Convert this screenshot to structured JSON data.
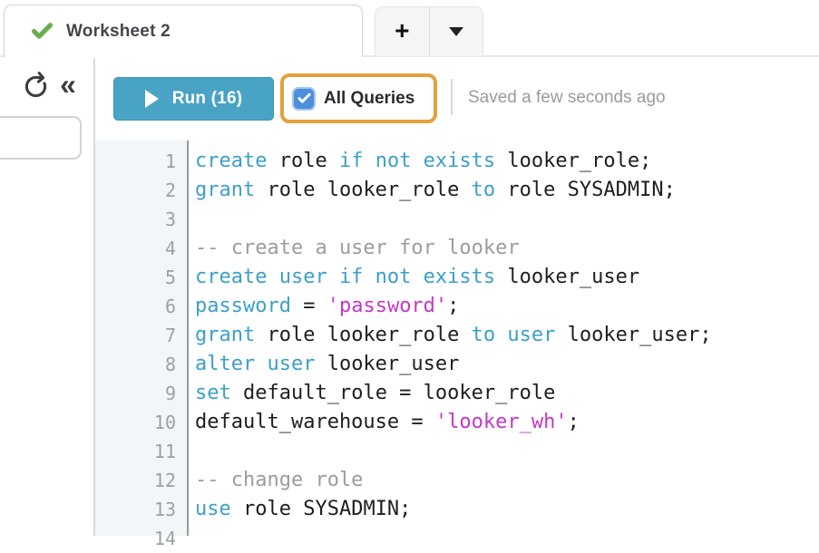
{
  "tabs": {
    "active": {
      "label": "Worksheet 2",
      "status_icon": "check-icon"
    },
    "new_tab_label": "+",
    "new_tab_menu_icon": "caret-down-icon"
  },
  "toolbar": {
    "refresh_icon": "refresh-icon",
    "collapse_icon": "collapse-left-icon",
    "collapse_glyph": "«",
    "run_icon": "play-icon",
    "run_label": "Run (16)",
    "all_queries_label": "All Queries",
    "all_queries_checked": true,
    "saved_status": "Saved a few seconds ago"
  },
  "sidebar": {
    "input_value": "",
    "input_placeholder": ""
  },
  "colors": {
    "run_button": "#49A3C4",
    "highlight_border": "#E2A13B",
    "checkbox_blue": "#4C8FDB",
    "tab_check_green": "#6CAB4D",
    "keyword": "#3BA0C9",
    "string": "#C636C6",
    "comment": "#9C9C9C"
  },
  "editor": {
    "line_numbers": [
      "1",
      "2",
      "3",
      "4",
      "5",
      "6",
      "7",
      "8",
      "9",
      "10",
      "11",
      "12",
      "13",
      "14"
    ],
    "lines": [
      [
        [
          "k",
          "create"
        ],
        [
          "p",
          " role "
        ],
        [
          "k",
          "if not exists"
        ],
        [
          "p",
          " looker_role;"
        ]
      ],
      [
        [
          "k",
          "grant"
        ],
        [
          "p",
          " role looker_role "
        ],
        [
          "k",
          "to"
        ],
        [
          "p",
          " role SYSADMIN;"
        ]
      ],
      [],
      [
        [
          "c",
          "-- create a user for looker"
        ]
      ],
      [
        [
          "k",
          "create user if not exists"
        ],
        [
          "p",
          " looker_user"
        ]
      ],
      [
        [
          "k",
          "password"
        ],
        [
          "p",
          " = "
        ],
        [
          "s",
          "'password'"
        ],
        [
          "p",
          ";"
        ]
      ],
      [
        [
          "k",
          "grant"
        ],
        [
          "p",
          " role looker_role "
        ],
        [
          "k",
          "to user"
        ],
        [
          "p",
          " looker_user;"
        ]
      ],
      [
        [
          "k",
          "alter user"
        ],
        [
          "p",
          " looker_user"
        ]
      ],
      [
        [
          "k",
          "set"
        ],
        [
          "p",
          " default_role = looker_role"
        ]
      ],
      [
        [
          "p",
          "default_warehouse = "
        ],
        [
          "s",
          "'looker_wh'"
        ],
        [
          "p",
          ";"
        ]
      ],
      [],
      [
        [
          "c",
          "-- change role"
        ]
      ],
      [
        [
          "k",
          "use"
        ],
        [
          "p",
          " role SYSADMIN;"
        ]
      ],
      []
    ]
  }
}
